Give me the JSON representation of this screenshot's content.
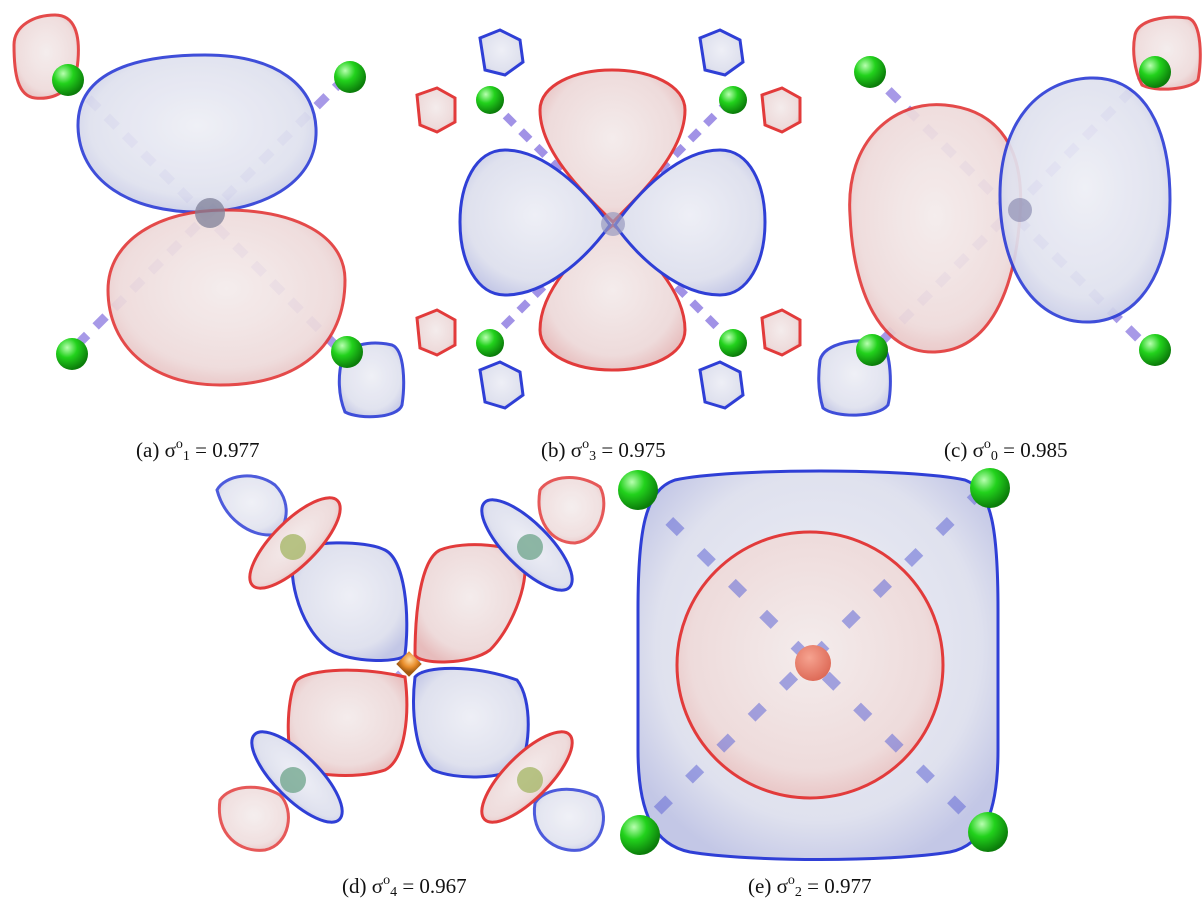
{
  "figure": {
    "panels": [
      {
        "id": "a",
        "prefix": "(a) ",
        "symbol": "σ",
        "sup": "o",
        "sub": "1",
        "value": " = 0.977"
      },
      {
        "id": "b",
        "prefix": "(b) ",
        "symbol": "σ",
        "sup": "o",
        "sub": "3",
        "value": " = 0.975"
      },
      {
        "id": "c",
        "prefix": "(c) ",
        "symbol": "σ",
        "sup": "o",
        "sub": "0",
        "value": " = 0.985"
      },
      {
        "id": "d",
        "prefix": "(d) ",
        "symbol": "σ",
        "sup": "o",
        "sub": "4",
        "value": " = 0.967"
      },
      {
        "id": "e",
        "prefix": "(e) ",
        "symbol": "σ",
        "sup": "o",
        "sub": "2",
        "value": " = 0.977"
      }
    ]
  },
  "colors": {
    "positive_lobe": "#e23b3b",
    "negative_lobe": "#2f3fd6",
    "lobe_fill": "#e9e9f0",
    "ligand_atom": "#22c91e",
    "metal_atom": "#e8902c",
    "bond": "#8a78e0"
  }
}
